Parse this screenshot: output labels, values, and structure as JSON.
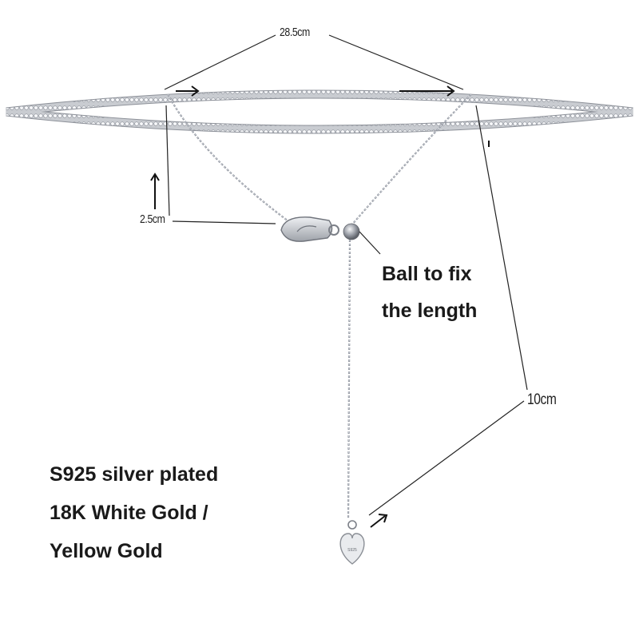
{
  "dimensions": {
    "width_label": "28.5cm",
    "height_label": "2.5cm",
    "drop_label": "10cm"
  },
  "callout": {
    "line1": "Ball to fix",
    "line2": "the length"
  },
  "material": {
    "line1": "S925 silver plated",
    "line2": "18K White Gold /",
    "line3": "Yellow Gold"
  },
  "pendant": {
    "stamp": "S925"
  },
  "colors": {
    "metal": "#b8bcc2",
    "metal_dark": "#7c8088",
    "text": "#1a1a1a",
    "line": "#222222"
  }
}
